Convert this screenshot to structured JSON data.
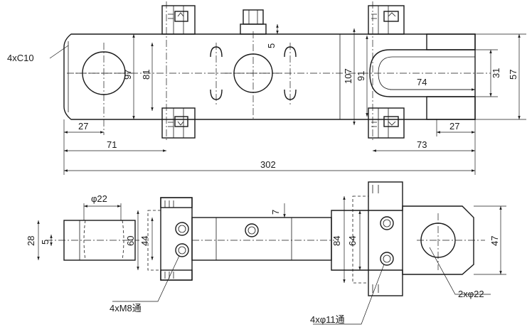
{
  "drawing": {
    "line_color": "#1a1a1a",
    "background": "#ffffff",
    "top_view": {
      "chamfer_note": "4xC10",
      "dim_97": "97",
      "dim_81": "81",
      "dim_5": "5",
      "dim_107": "107",
      "dim_91": "91",
      "dim_74": "74",
      "dim_31": "31",
      "dim_57": "57",
      "dim_27_left": "27",
      "dim_27_right": "27",
      "dim_71": "71",
      "dim_73": "73",
      "dim_302": "302"
    },
    "front_view": {
      "dia_22": "φ22",
      "dim_28": "28",
      "dim_5": "5",
      "dim_60": "60",
      "dim_44": "44",
      "dim_7": "7",
      "dim_84": "84",
      "dim_64": "64",
      "dim_47": "47",
      "note_m8": "4xM8通",
      "note_d11": "4xφ11通",
      "note_d22": "2xφ22"
    }
  }
}
